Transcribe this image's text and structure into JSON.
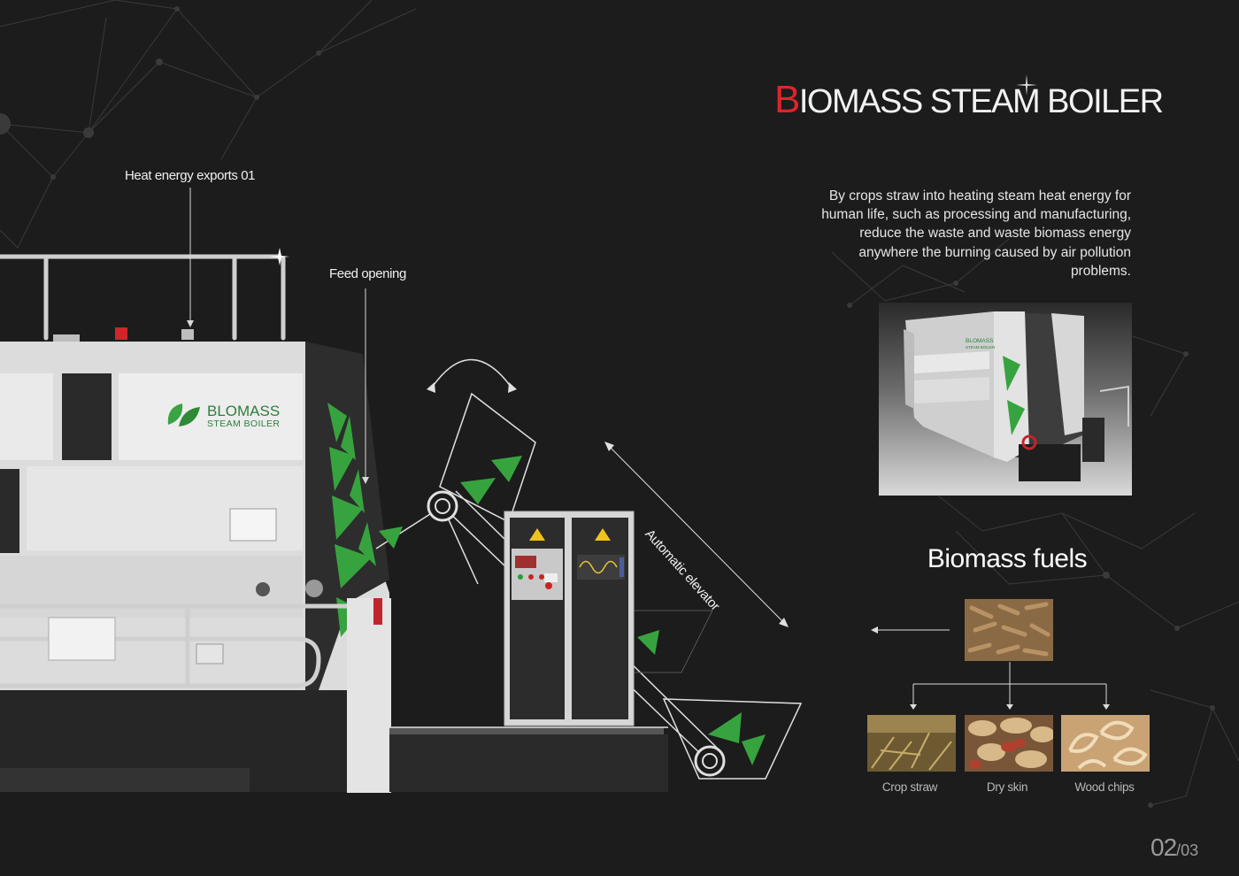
{
  "header": {
    "title_first": "B",
    "title_rest": "IOMASS STEAM BOILER",
    "description": "By crops straw into heating steam heat energy for human life, such as processing and manufacturing, reduce the waste and waste biomass energy anywhere the burning caused by air pollution problems."
  },
  "illustration": {
    "labels": {
      "heat_export": "Heat energy exports  01",
      "feed_opening": "Feed opening",
      "elevator": "Automatic elevator"
    },
    "boiler_logo": {
      "brand": "BLOMASS",
      "subtitle": "STEAM BOILER"
    },
    "render_logo": {
      "brand": "BLOMASS",
      "subtitle": "STEAM BOILER"
    }
  },
  "fuels": {
    "title": "Biomass fuels",
    "items": [
      {
        "label": "Crop straw",
        "icon": "crop-straw-photo"
      },
      {
        "label": "Dry skin",
        "icon": "peanut-shell-photo"
      },
      {
        "label": "Wood chips",
        "icon": "wood-chips-photo"
      }
    ],
    "main_icon": "wood-pellets-photo"
  },
  "pagination": {
    "current": "02",
    "total": "/03"
  },
  "colors": {
    "accent_red": "#e0242b",
    "brand_green": "#3aa343",
    "background": "#1c1c1c"
  }
}
